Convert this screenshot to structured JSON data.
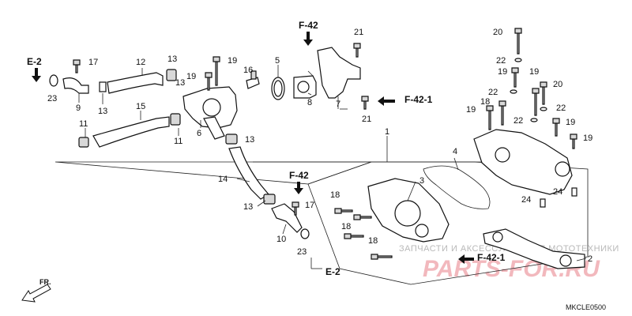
{
  "diagram": {
    "code": "MKCLE0500",
    "direction_label": "FR.",
    "watermark": {
      "line1": "ЗАПЧАСТИ И АКСЕССУАРЫ ДЛЯ МОТОТЕХНИКИ",
      "line2": "PARTS-FOR.RU"
    },
    "callouts": [
      {
        "id": "c1",
        "text": "1"
      },
      {
        "id": "c2",
        "text": "2"
      },
      {
        "id": "c3",
        "text": "3"
      },
      {
        "id": "c4",
        "text": "4"
      },
      {
        "id": "c5",
        "text": "5"
      },
      {
        "id": "c6",
        "text": "6"
      },
      {
        "id": "c7",
        "text": "7"
      },
      {
        "id": "c8",
        "text": "8"
      },
      {
        "id": "c9",
        "text": "9"
      },
      {
        "id": "c10",
        "text": "10"
      },
      {
        "id": "c11a",
        "text": "11"
      },
      {
        "id": "c11b",
        "text": "11"
      },
      {
        "id": "c12",
        "text": "12"
      },
      {
        "id": "c13a",
        "text": "13"
      },
      {
        "id": "c13b",
        "text": "13"
      },
      {
        "id": "c13c",
        "text": "13"
      },
      {
        "id": "c13d",
        "text": "13"
      },
      {
        "id": "c13e",
        "text": "13"
      },
      {
        "id": "c14",
        "text": "14"
      },
      {
        "id": "c15",
        "text": "15"
      },
      {
        "id": "c16",
        "text": "16"
      },
      {
        "id": "c17a",
        "text": "17"
      },
      {
        "id": "c17b",
        "text": "17"
      },
      {
        "id": "c18a",
        "text": "18"
      },
      {
        "id": "c18b",
        "text": "18"
      },
      {
        "id": "c18c",
        "text": "18"
      },
      {
        "id": "c18d",
        "text": "18"
      },
      {
        "id": "c19a",
        "text": "19"
      },
      {
        "id": "c19b",
        "text": "19"
      },
      {
        "id": "c19c",
        "text": "19"
      },
      {
        "id": "c19d",
        "text": "19"
      },
      {
        "id": "c19e",
        "text": "19"
      },
      {
        "id": "c19f",
        "text": "19"
      },
      {
        "id": "c19g",
        "text": "19"
      },
      {
        "id": "c20a",
        "text": "20"
      },
      {
        "id": "c20b",
        "text": "20"
      },
      {
        "id": "c21a",
        "text": "21"
      },
      {
        "id": "c21b",
        "text": "21"
      },
      {
        "id": "c22a",
        "text": "22"
      },
      {
        "id": "c22b",
        "text": "22"
      },
      {
        "id": "c22c",
        "text": "22"
      },
      {
        "id": "c22d",
        "text": "22"
      },
      {
        "id": "c23a",
        "text": "23"
      },
      {
        "id": "c23b",
        "text": "23"
      },
      {
        "id": "c24a",
        "text": "24"
      },
      {
        "id": "c24b",
        "text": "24"
      }
    ],
    "refs": [
      {
        "id": "rE2a",
        "text": "E-2"
      },
      {
        "id": "rE2b",
        "text": "E-2"
      },
      {
        "id": "rF42a",
        "text": "F-42"
      },
      {
        "id": "rF42b",
        "text": "F-42"
      },
      {
        "id": "rF421a",
        "text": "F-42-1"
      },
      {
        "id": "rF421b",
        "text": "F-42-1"
      }
    ]
  }
}
